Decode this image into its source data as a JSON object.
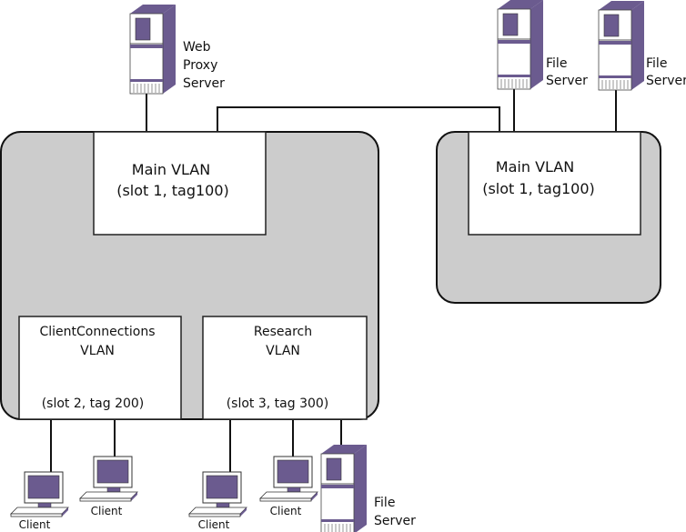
{
  "colors": {
    "switch_fill": "#cccccc",
    "vlan_fill": "#ffffff",
    "device_purple": "#6b5b8f",
    "line": "#111111"
  },
  "switches": [
    {
      "id": "switch-1",
      "vlans": [
        {
          "id": "main",
          "title": "Main VLAN",
          "detail": "(slot 1, tag100)"
        },
        {
          "id": "clientconnections",
          "title": "ClientConnections",
          "title2": "VLAN",
          "detail": "(slot 2, tag 200)"
        },
        {
          "id": "research",
          "title": "Research",
          "title2": "VLAN",
          "detail": "(slot 3, tag 300)"
        }
      ]
    },
    {
      "id": "switch-2",
      "vlans": [
        {
          "id": "main",
          "title": "Main VLAN",
          "detail": "(slot 1, tag100)"
        }
      ]
    }
  ],
  "devices": {
    "web_proxy": {
      "label1": "Web",
      "label2": "Proxy",
      "label3": "Server"
    },
    "file_server_1": {
      "label1": "File",
      "label2": "Server"
    },
    "file_server_2": {
      "label1": "File",
      "label2": "Server"
    },
    "file_server_3": {
      "label1": "File",
      "label2": "Server"
    },
    "clients": [
      {
        "label": "Client"
      },
      {
        "label": "Client"
      },
      {
        "label": "Client"
      },
      {
        "label": "Client"
      }
    ]
  }
}
